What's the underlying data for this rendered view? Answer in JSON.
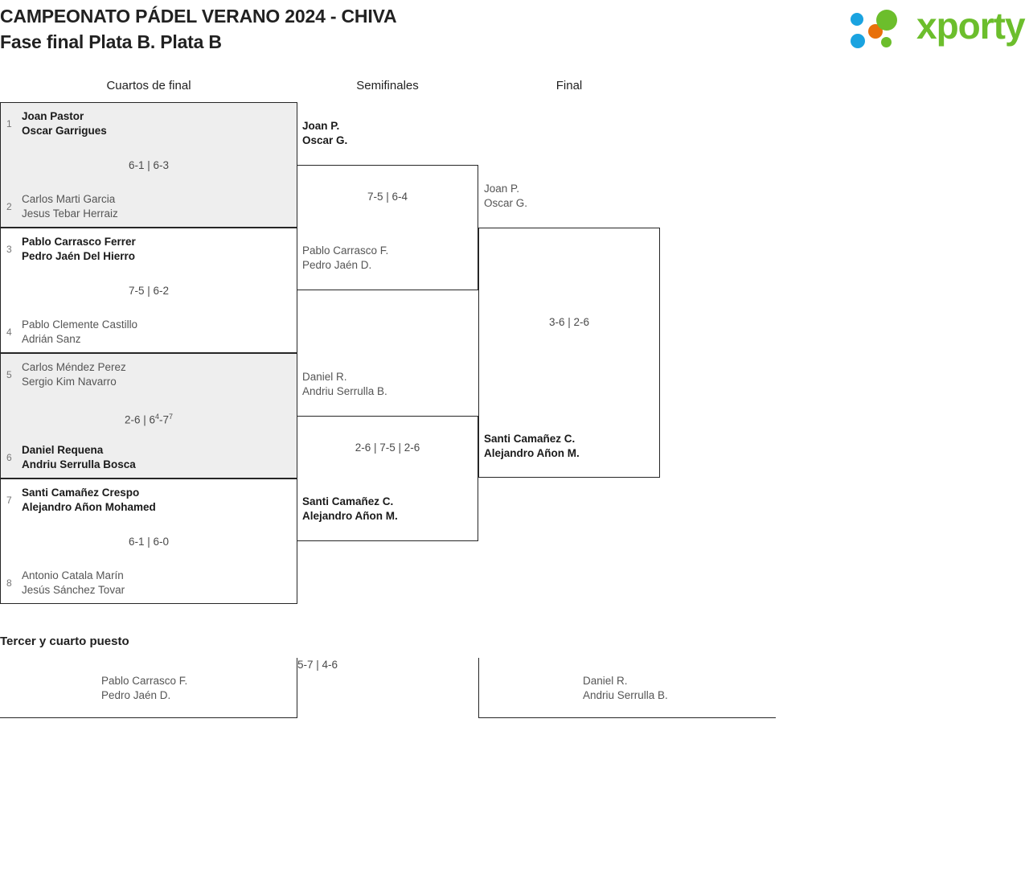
{
  "header": {
    "title_line1": "CAMPEONATO PÁDEL VERANO 2024 - CHIVA",
    "title_line2": "Fase final Plata B. Plata B",
    "logo_text": "xporty",
    "logo_colors": {
      "green": "#6cbe2c",
      "blue": "#1aa3e0",
      "orange": "#e8700a"
    }
  },
  "rounds": {
    "quarterfinals_label": "Cuartos de final",
    "semifinals_label": "Semifinales",
    "final_label": "Final"
  },
  "bracket": {
    "quarterfinals": [
      {
        "score": "6-1 | 6-3",
        "top": {
          "seed": "1",
          "player1": "Joan Pastor",
          "player2": "Oscar Garrigues",
          "winner": true
        },
        "bottom": {
          "seed": "2",
          "player1": "Carlos Marti Garcia",
          "player2": "Jesus Tebar Herraiz",
          "winner": false
        }
      },
      {
        "score": "7-5 | 6-2",
        "top": {
          "seed": "3",
          "player1": "Pablo Carrasco Ferrer",
          "player2": "Pedro Jaén Del Hierro",
          "winner": true
        },
        "bottom": {
          "seed": "4",
          "player1": "Pablo Clemente Castillo",
          "player2": "Adrián Sanz",
          "winner": false
        }
      },
      {
        "score_plain": "2-6 | 6",
        "score_sup1": "4",
        "score_mid": "-7",
        "score_sup2": "7",
        "top": {
          "seed": "5",
          "player1": "Carlos Méndez Perez",
          "player2": "Sergio Kim Navarro",
          "winner": false
        },
        "bottom": {
          "seed": "6",
          "player1": "Daniel Requena",
          "player2": "Andriu Serrulla Bosca",
          "winner": true
        }
      },
      {
        "score": "6-1 | 6-0",
        "top": {
          "seed": "7",
          "player1": "Santi Camañez Crespo",
          "player2": "Alejandro Añon Mohamed",
          "winner": true
        },
        "bottom": {
          "seed": "8",
          "player1": "Antonio Catala Marín",
          "player2": "Jesús Sánchez Tovar",
          "winner": false
        }
      }
    ],
    "semifinals": [
      {
        "score": "7-5 | 6-4",
        "top": {
          "player1": "Joan P.",
          "player2": "Oscar G.",
          "winner": true
        },
        "bottom": {
          "player1": "Pablo Carrasco F.",
          "player2": "Pedro Jaén D.",
          "winner": false
        }
      },
      {
        "score": "2-6 | 7-5 | 2-6",
        "top": {
          "player1": "Daniel R.",
          "player2": "Andriu Serrulla B.",
          "winner": false
        },
        "bottom": {
          "player1": "Santi Camañez C.",
          "player2": "Alejandro Añon M.",
          "winner": true
        }
      }
    ],
    "final": {
      "score": "3-6 | 2-6",
      "top": {
        "player1": "Joan P.",
        "player2": "Oscar G.",
        "winner": false
      },
      "bottom": {
        "player1": "Santi Camañez C.",
        "player2": "Alejandro Añon M.",
        "winner": true
      }
    }
  },
  "third_place": {
    "title": "Tercer y cuarto puesto",
    "score": "5-7 | 4-6",
    "left": {
      "player1": "Pablo Carrasco F.",
      "player2": "Pedro Jaén D.",
      "winner": false
    },
    "right": {
      "player1": "Daniel R.",
      "player2": "Andriu Serrulla B.",
      "winner": false
    }
  }
}
